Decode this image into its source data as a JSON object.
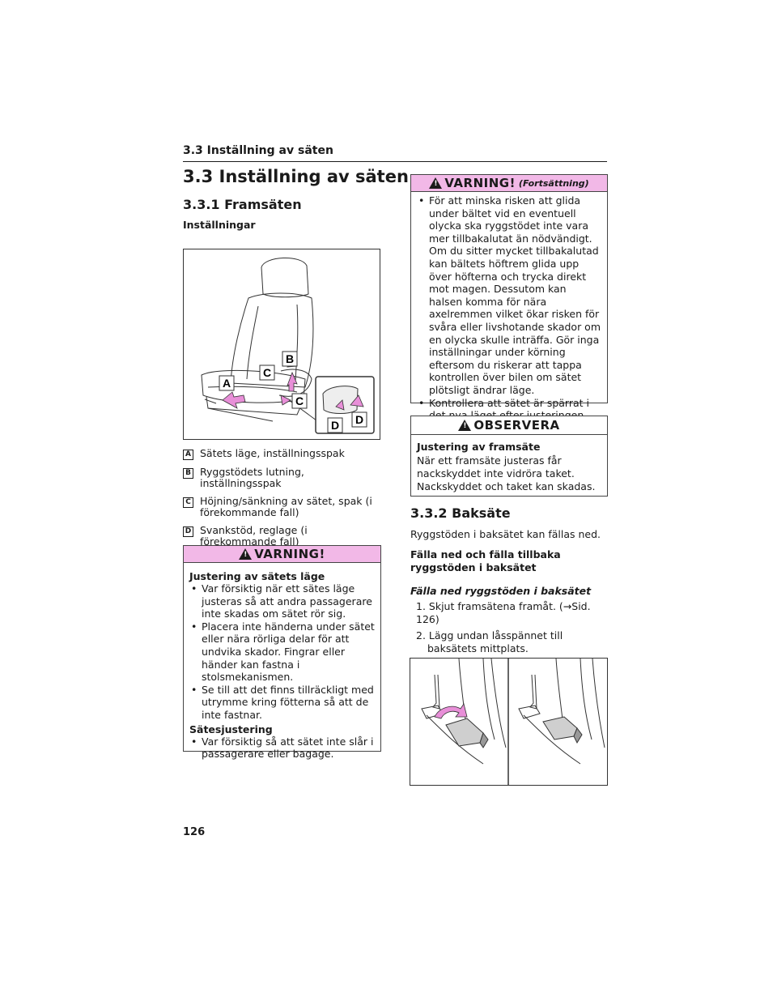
{
  "header": {
    "section": "3.3  Inställning av säten"
  },
  "title": "3.3  Inställning av säten",
  "subsection1": "3.3.1  Framsäten",
  "settings_heading": "Inställningar",
  "figure1": {
    "labels": [
      "A",
      "B",
      "C",
      "C",
      "D",
      "D"
    ]
  },
  "legend": [
    {
      "key": "A",
      "text": "Sätets läge, inställningsspak"
    },
    {
      "key": "B",
      "text": "Ryggstödets lutning, inställningsspak"
    },
    {
      "key": "C",
      "text": "Höjning/sänkning av sätet, spak (i förekommande fall)"
    },
    {
      "key": "D",
      "text": "Svankstöd, reglage (i förekommande fall)"
    }
  ],
  "warning1": {
    "head": "VARNING!",
    "sub1": "Justering av sätets läge",
    "items1": [
      "Var försiktig när ett sätes läge justeras så att andra passagerare inte skadas om sätet rör sig.",
      "Placera inte händerna under sätet eller nära rörliga delar för att undvika skador. Fingrar eller händer kan fastna i stolsmekanismen.",
      "Se till att det finns tillräckligt med utrymme kring fötterna så att de inte fastnar."
    ],
    "sub2": "Sätesjustering",
    "items2": [
      "Var försiktig så att sätet inte slår i passagerare eller bagage."
    ]
  },
  "warning2": {
    "head": "VARNING!",
    "cont": "(Fortsättning)",
    "items": [
      "För att minska risken att glida under bältet vid en eventuell olycka ska ryggstödet inte vara mer tillbakalutat än nödvändigt. Om du sitter mycket tillbakalutad kan bältets höftrem glida upp över höfterna och trycka direkt mot magen. Dessutom kan halsen komma för nära axelremmen vilket ökar risken för svåra eller livshotande skador om en olycka skulle inträffa. Gör inga inställningar under körning eftersom du riskerar att tappa kontrollen över bilen om sätet plötsligt ändrar läge.",
      "Kontrollera att sätet är spärrat i det nya läget efter justeringen."
    ]
  },
  "notice": {
    "head": "OBSERVERA",
    "sub": "Justering av framsäte",
    "text": "När ett framsäte justeras får nackskyddet inte vidröra taket. Nackskyddet och taket kan skadas."
  },
  "subsection2": "3.3.2  Baksäte",
  "rear_intro": "Ryggstöden i baksätet kan fällas ned.",
  "fold_heading": "Fälla ned och fälla tillbaka ryggstöden i baksätet",
  "fold_sub": "Fälla ned ryggstöden i baksätet",
  "steps": [
    "1. Skjut framsätena framåt. (→Sid. 126)",
    "2. Lägg undan låsspännet till baksätets mittplats."
  ],
  "page_number": "126",
  "colors": {
    "warning_fill": "#f2b8e7",
    "arrow_fill": "#e88fd8"
  }
}
